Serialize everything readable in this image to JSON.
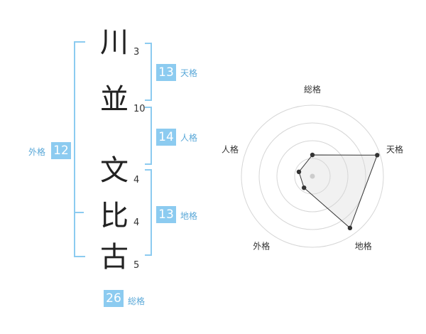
{
  "name": {
    "characters": [
      {
        "char": "川",
        "strokes": "3"
      },
      {
        "char": "並",
        "strokes": "10"
      },
      {
        "char": "文",
        "strokes": "4"
      },
      {
        "char": "比",
        "strokes": "4"
      },
      {
        "char": "古",
        "strokes": "5"
      }
    ]
  },
  "fortunes": {
    "tenkaku": {
      "label": "天格",
      "value": "13"
    },
    "jinkaku": {
      "label": "人格",
      "value": "14"
    },
    "chikaku": {
      "label": "地格",
      "value": "13"
    },
    "gaikaku": {
      "label": "外格",
      "value": "12"
    },
    "soukaku": {
      "label": "総格",
      "value": "26"
    }
  },
  "colors": {
    "accent": "#8ccbf0",
    "badge_text": "#ffffff"
  },
  "chart_data": {
    "type": "radar",
    "axes": [
      "総格",
      "天格",
      "地格",
      "外格",
      "人格"
    ],
    "max": 5,
    "rings": 4,
    "values": [
      1.5,
      4.8,
      4.5,
      1.0,
      1.0
    ]
  }
}
